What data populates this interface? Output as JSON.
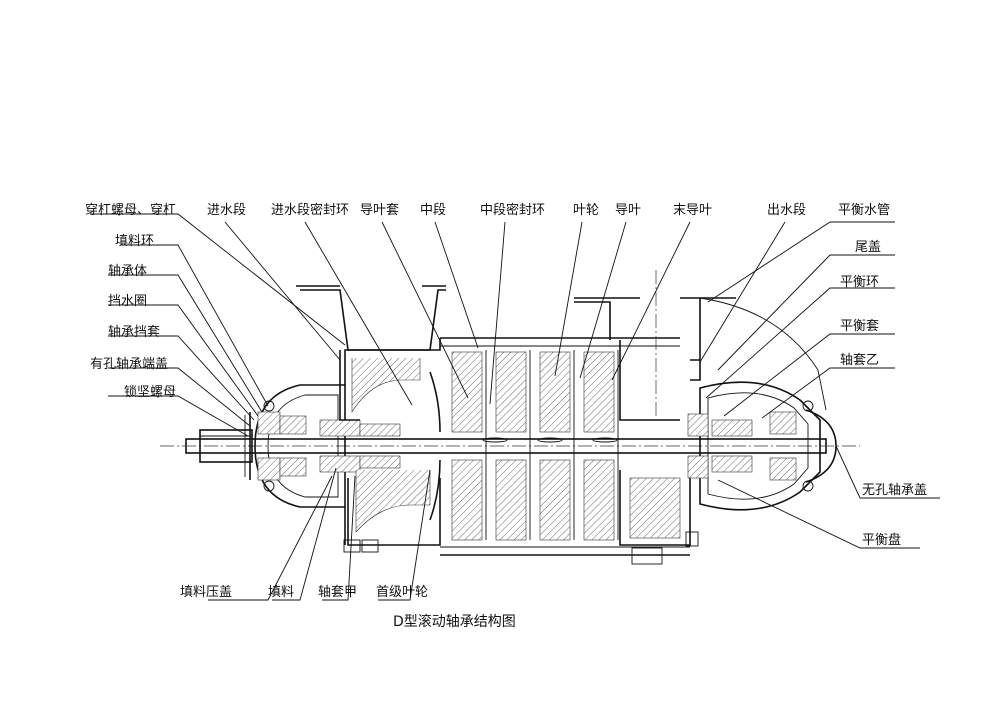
{
  "caption": "D型滚动轴承结构图",
  "labels_top": [
    "进水段",
    "进水段密封环",
    "导叶套",
    "中段",
    "中段密封环",
    "叶轮",
    "导叶",
    "末导叶",
    "出水段",
    "平衡水管"
  ],
  "labels_left": [
    "穿杠螺母、穿杠",
    "填料环",
    "轴承体",
    "挡水圈",
    "轴承挡套",
    "有孔轴承端盖",
    "锁坚螺母"
  ],
  "labels_right": [
    "尾盖",
    "平衡环",
    "平衡套",
    "轴套乙",
    "无孔轴承盖",
    "平衡盘"
  ],
  "labels_bottom": [
    "填料压盖",
    "填料",
    "轴套甲",
    "首级叶轮"
  ]
}
